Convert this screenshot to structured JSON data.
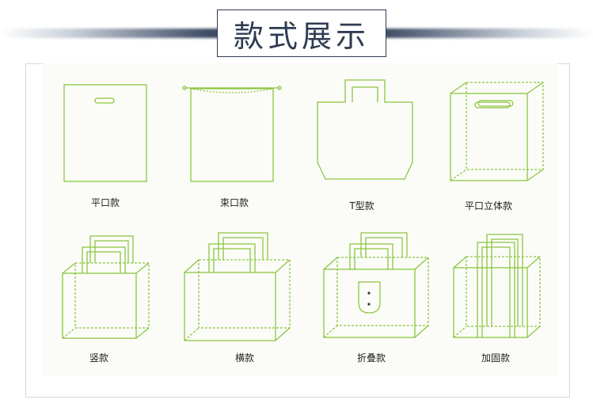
{
  "title": "款式展示",
  "colors": {
    "bag_stroke": "#8cc63f",
    "title_text": "#2f3b52",
    "band": "#3e4c66"
  },
  "styles": [
    {
      "label": "平口款",
      "icon": "flat-bag-icon"
    },
    {
      "label": "束口款",
      "icon": "drawstring-bag-icon"
    },
    {
      "label": "T型款",
      "icon": "t-shirt-bag-icon"
    },
    {
      "label": "平口立体款",
      "icon": "flat-3d-bag-icon"
    },
    {
      "label": "竖款",
      "icon": "vertical-tote-icon"
    },
    {
      "label": "横款",
      "icon": "horizontal-tote-icon"
    },
    {
      "label": "折叠款",
      "icon": "folding-bag-icon"
    },
    {
      "label": "加固款",
      "icon": "reinforced-bag-icon"
    }
  ]
}
